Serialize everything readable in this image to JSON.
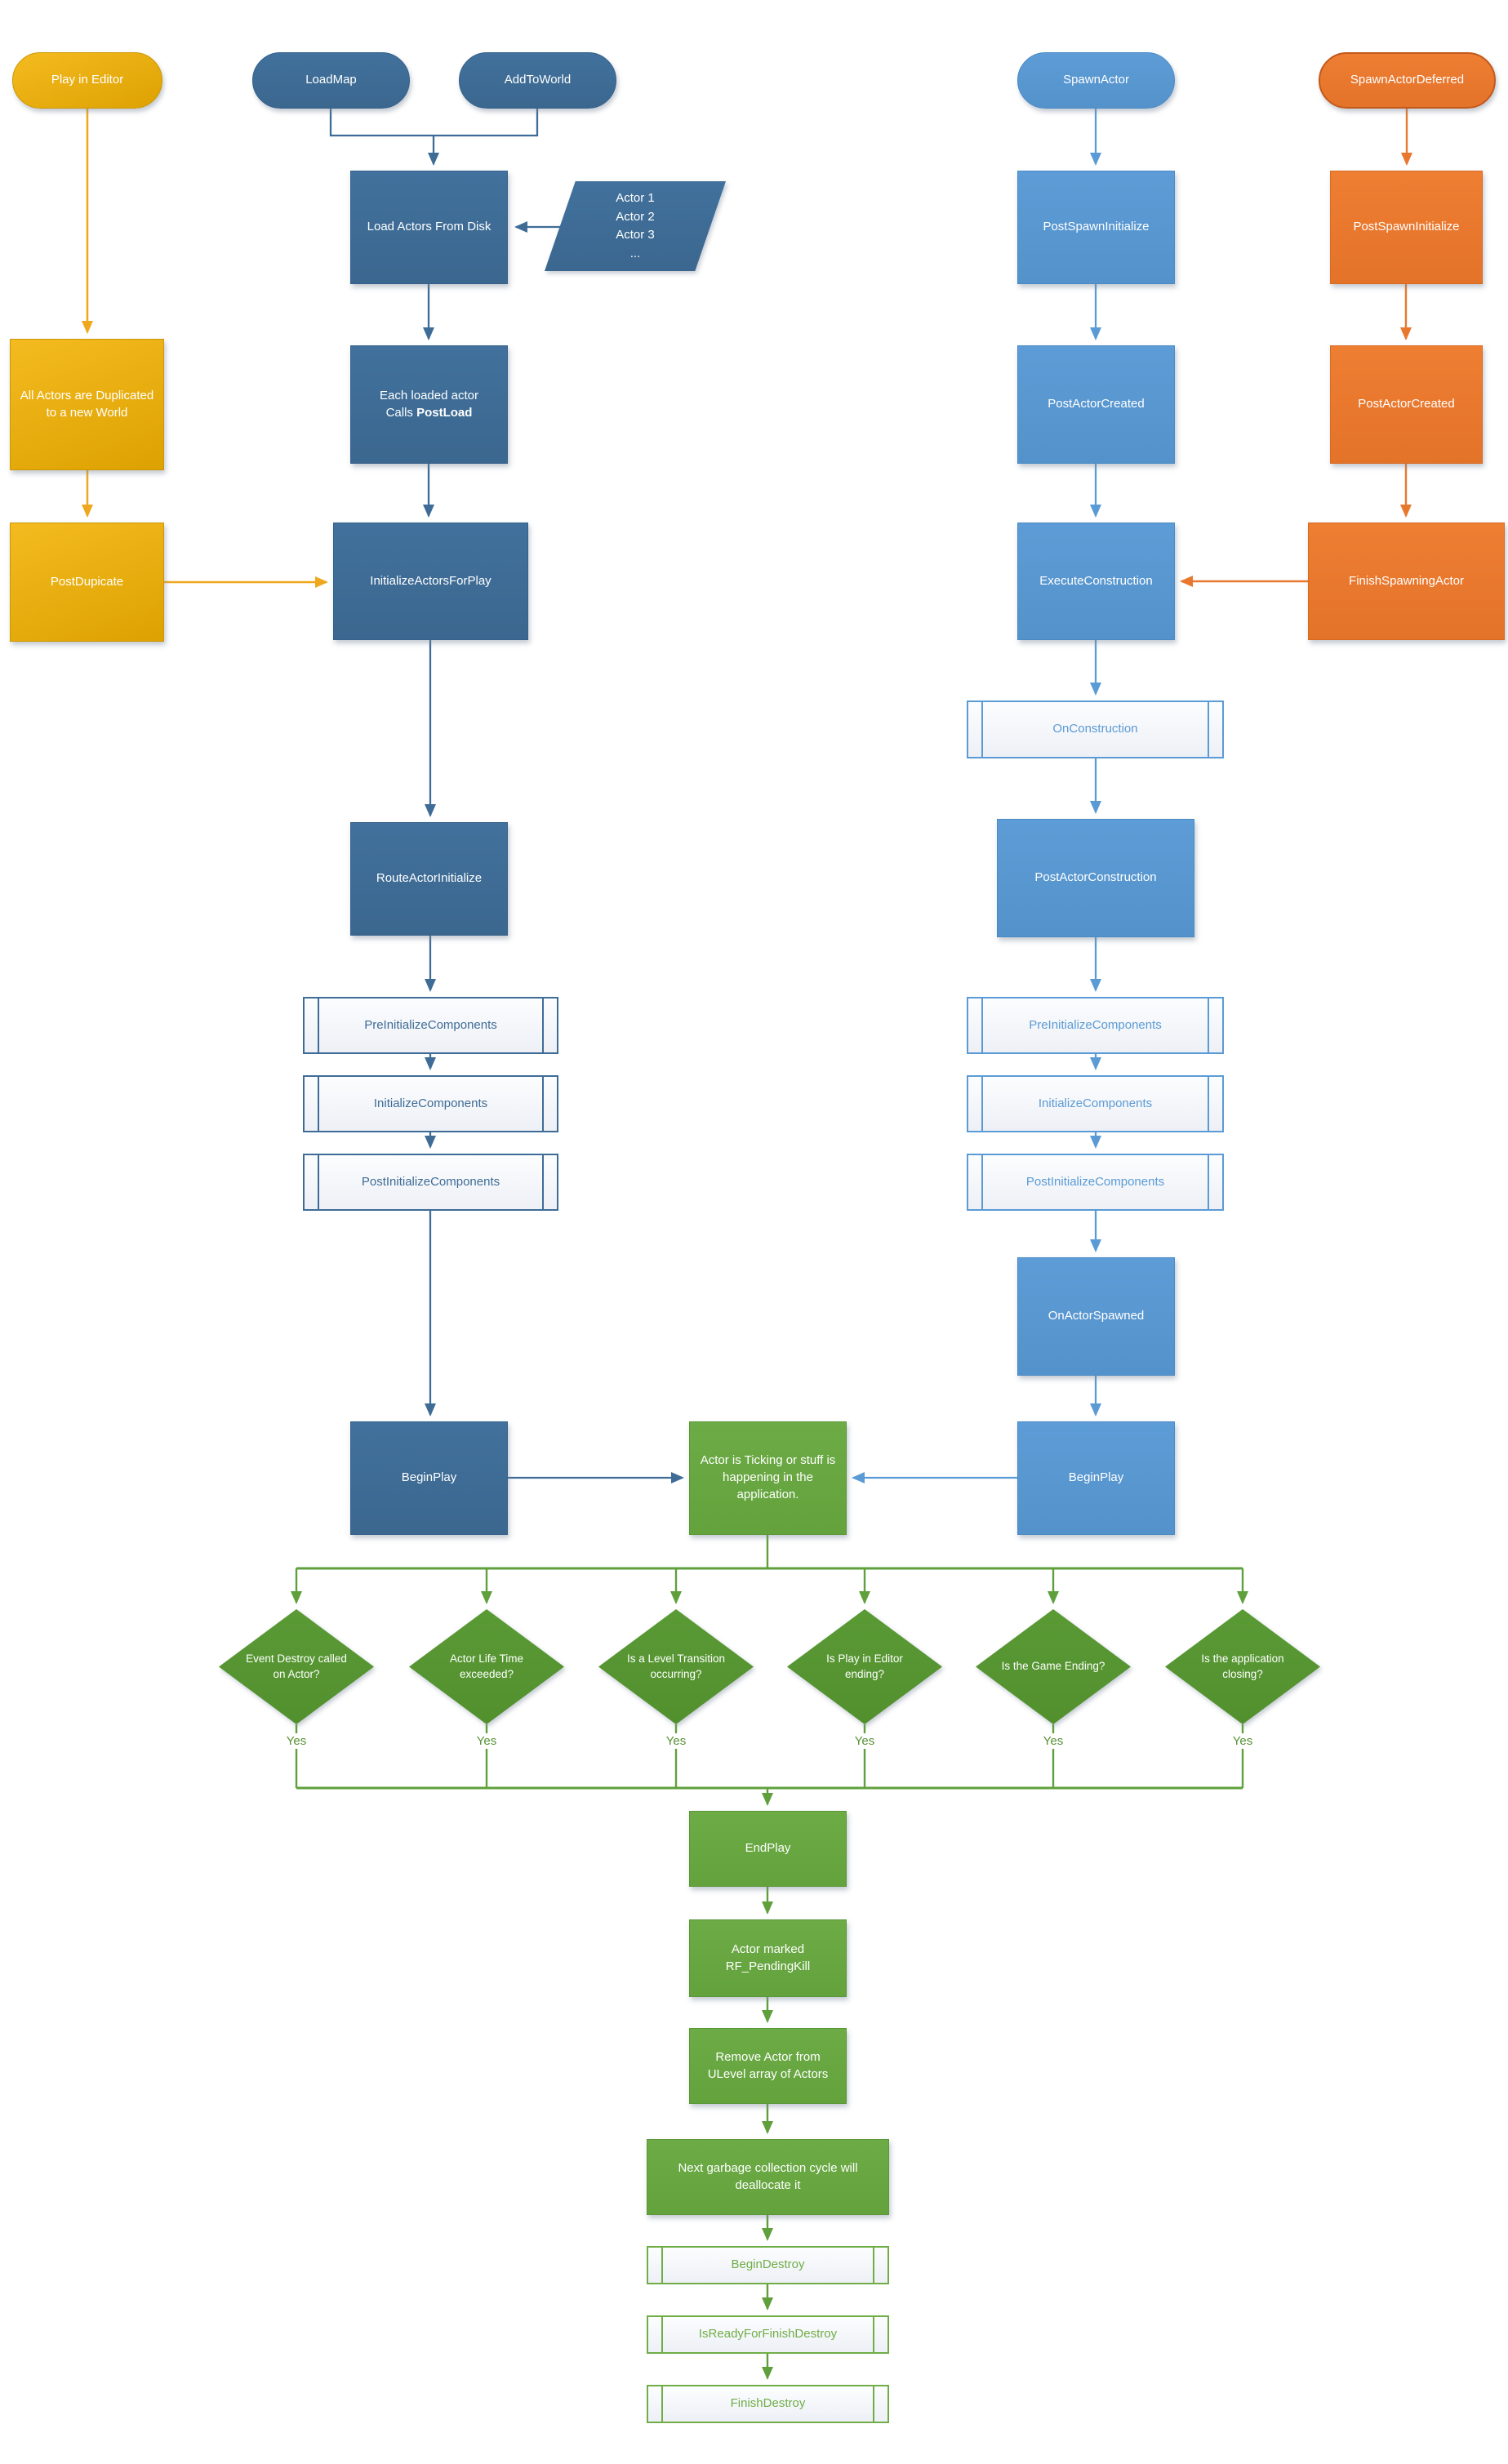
{
  "palette": {
    "dark_blue": "#3E6C96",
    "light_blue": "#5B9BD5",
    "orange": "#ED7D31",
    "gold": "#E3A812",
    "green": "#5FA03C"
  },
  "nodes": {
    "play_in_editor": {
      "label": "Play in Editor"
    },
    "load_map": {
      "label": "LoadMap"
    },
    "add_to_world": {
      "label": "AddToWorld"
    },
    "spawn_actor": {
      "label": "SpawnActor"
    },
    "spawn_actor_deferred": {
      "label": "SpawnActorDeferred"
    },
    "load_actors_from_disk": {
      "label": "Load Actors From Disk"
    },
    "actor_list": {
      "lines": [
        "Actor 1",
        "Actor 2",
        "Actor 3",
        "..."
      ]
    },
    "all_actors_duplicated": {
      "label": "All Actors are Duplicated to a new World"
    },
    "each_loaded_actor": {
      "line1": "Each loaded actor",
      "line2_prefix": "Calls ",
      "line2_bold": "PostLoad"
    },
    "post_dupicate": {
      "label": "PostDupicate"
    },
    "initialize_actors_for_play": {
      "label": "InitializeActorsForPlay"
    },
    "post_spawn_initialize_spawn": {
      "label": "PostSpawnInitialize"
    },
    "post_actor_created_spawn": {
      "label": "PostActorCreated"
    },
    "execute_construction": {
      "label": "ExecuteConstruction"
    },
    "post_spawn_initialize_deferred": {
      "label": "PostSpawnInitialize"
    },
    "post_actor_created_deferred": {
      "label": "PostActorCreated"
    },
    "finish_spawning_actor": {
      "label": "FinishSpawningActor"
    },
    "on_construction": {
      "label": "OnConstruction"
    },
    "post_actor_construction": {
      "label": "PostActorConstruction"
    },
    "route_actor_initialize": {
      "label": "RouteActorInitialize"
    },
    "pre_initialize_components_left": {
      "label": "PreInitializeComponents"
    },
    "initialize_components_left": {
      "label": "InitializeComponents"
    },
    "post_initialize_components_left": {
      "label": "PostInitializeComponents"
    },
    "pre_initialize_components_right": {
      "label": "PreInitializeComponents"
    },
    "initialize_components_right": {
      "label": "InitializeComponents"
    },
    "post_initialize_components_right": {
      "label": "PostInitializeComponents"
    },
    "on_actor_spawned": {
      "label": "OnActorSpawned"
    },
    "begin_play_left": {
      "label": "BeginPlay"
    },
    "actor_ticking": {
      "label": "Actor is Ticking or stuff is happening in the application."
    },
    "begin_play_right": {
      "label": "BeginPlay"
    },
    "end_play": {
      "label": "EndPlay"
    },
    "actor_marked_pending_kill": {
      "label": "Actor marked RF_PendingKill"
    },
    "remove_actor_from_ulevel": {
      "label": "Remove Actor from ULevel array of Actors"
    },
    "next_garbage_collection": {
      "label": "Next garbage collection cycle will deallocate it"
    },
    "begin_destroy": {
      "label": "BeginDestroy"
    },
    "is_ready_for_finish_destroy": {
      "label": "IsReadyForFinishDestroy"
    },
    "finish_destroy": {
      "label": "FinishDestroy"
    }
  },
  "decisions": [
    {
      "label": "Event Destroy called on Actor?"
    },
    {
      "label": "Actor Life Time exceeded?"
    },
    {
      "label": "Is a Level Transition occurring?"
    },
    {
      "label": "Is Play in Editor ending?"
    },
    {
      "label": "Is the Game Ending?"
    },
    {
      "label": "Is the application closing?"
    }
  ],
  "edge_labels": {
    "yes": "Yes"
  }
}
